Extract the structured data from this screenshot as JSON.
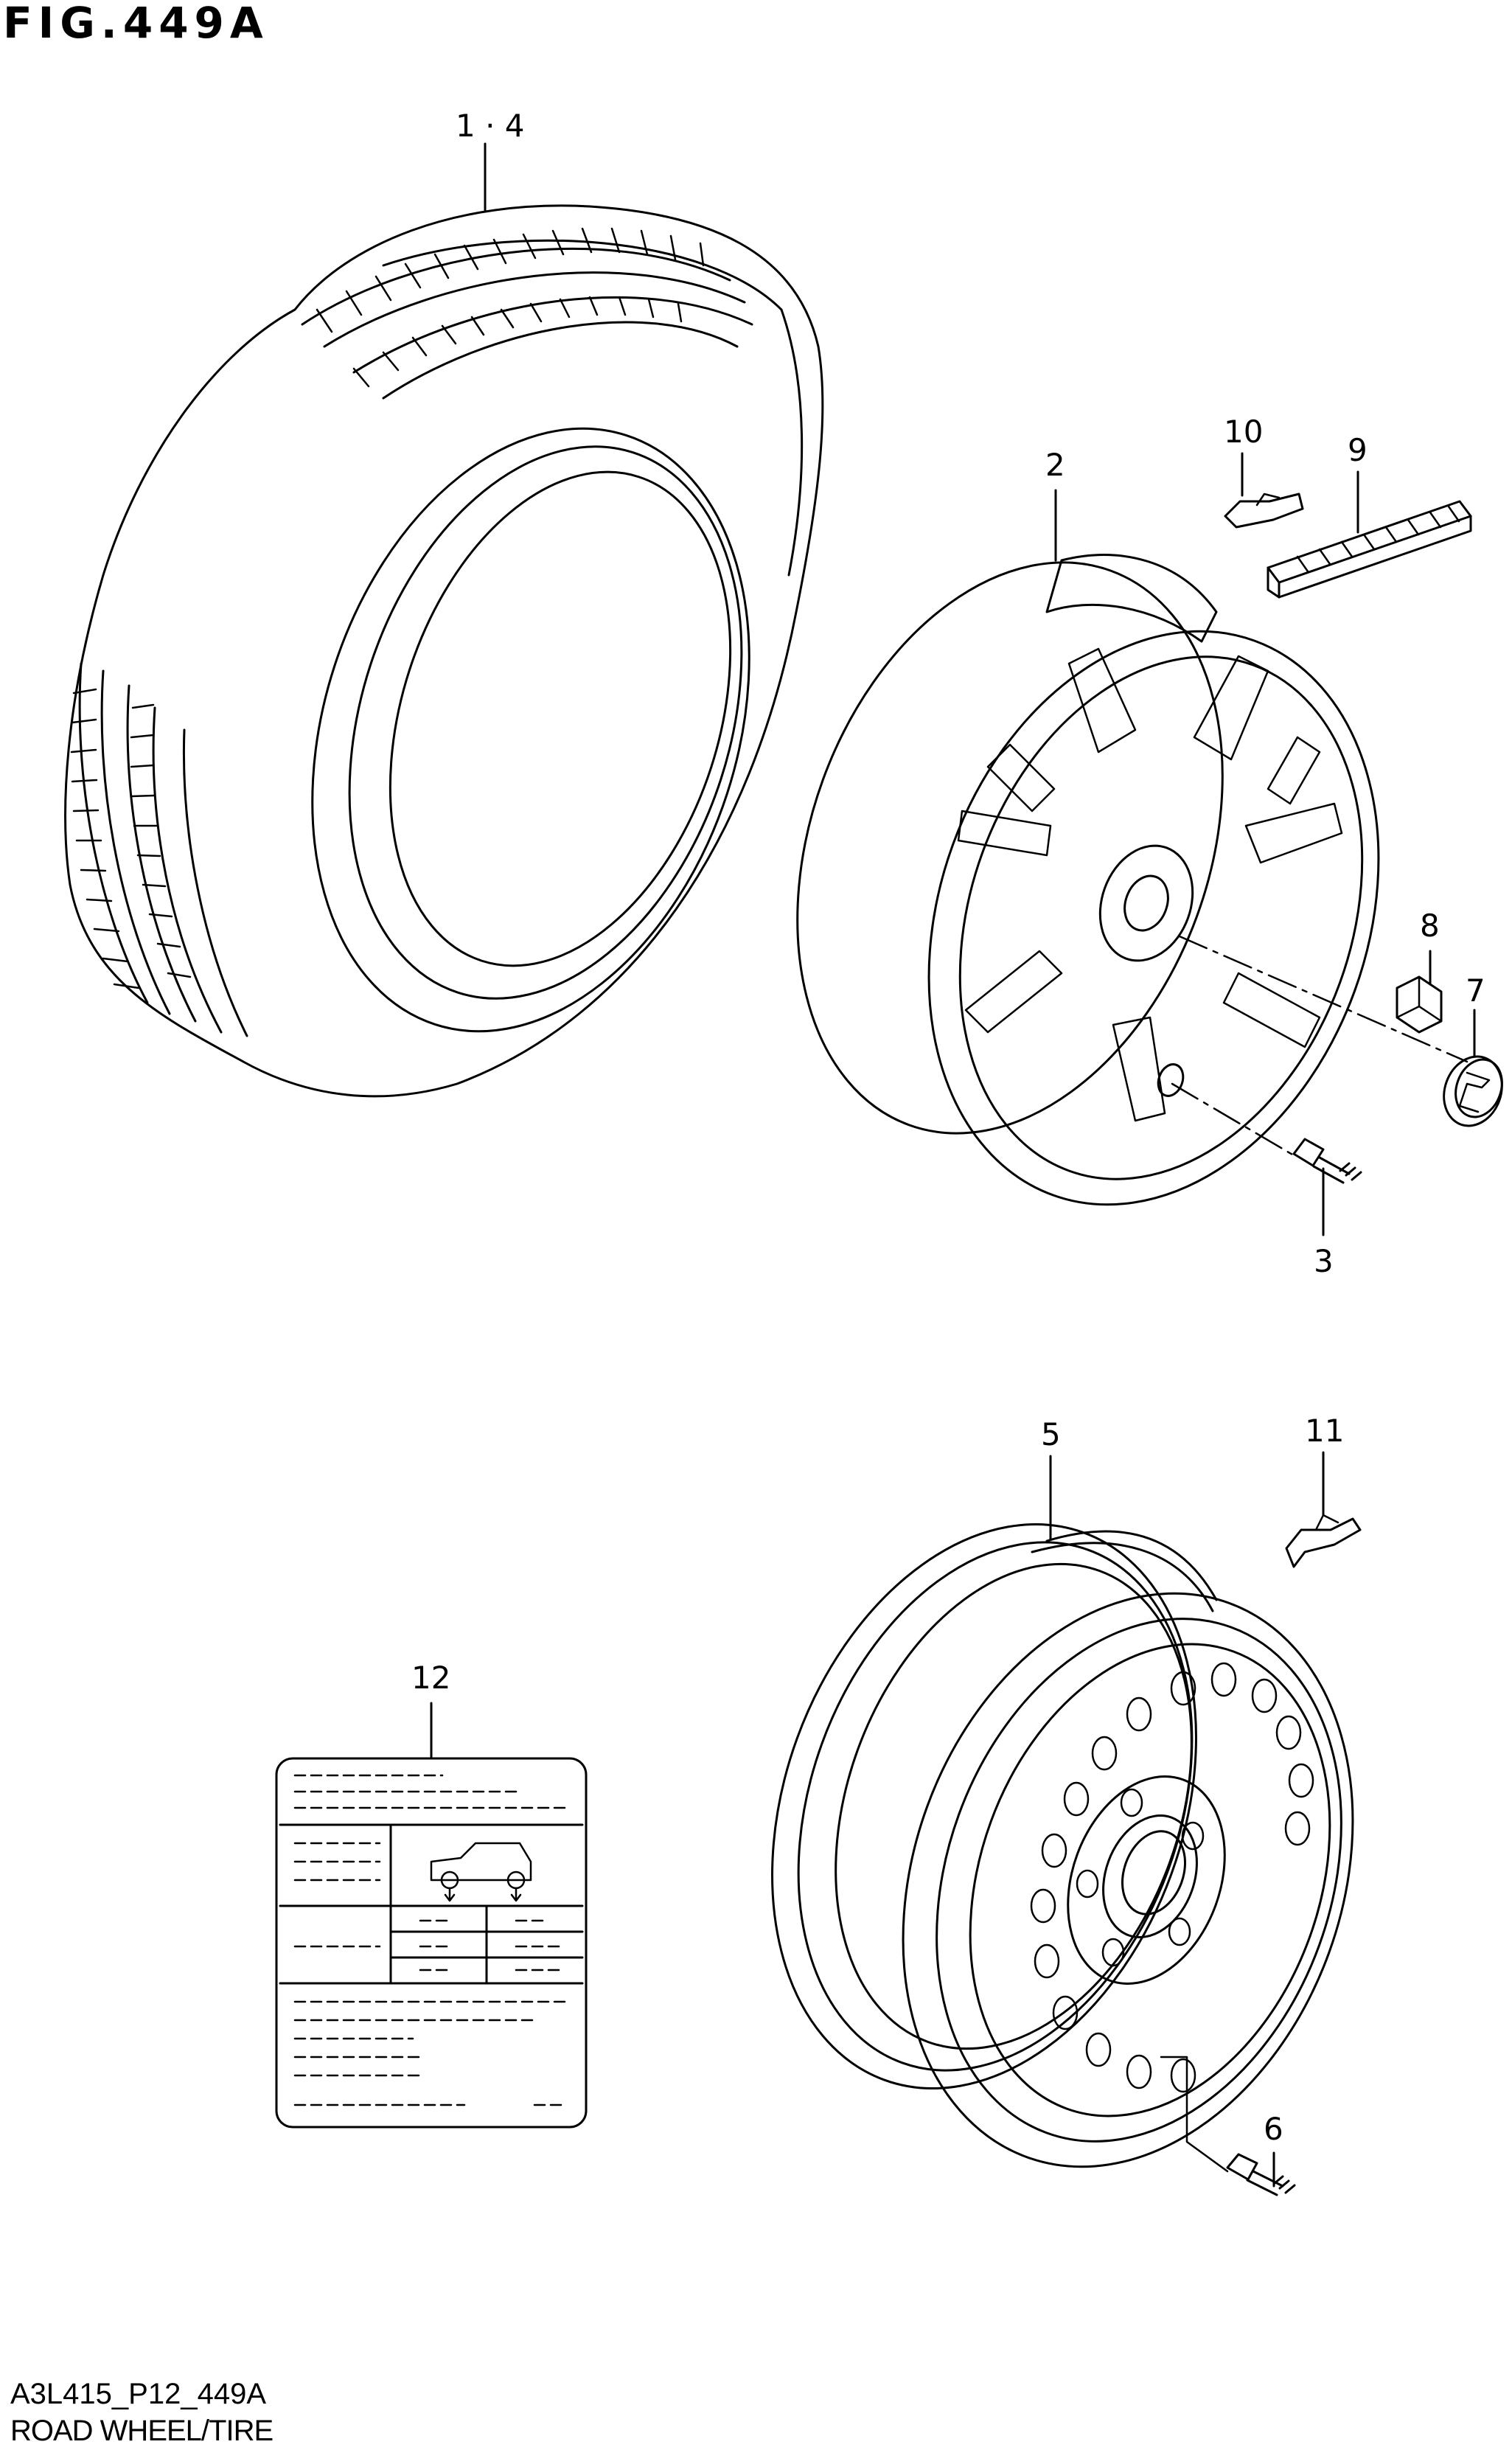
{
  "figure": {
    "title": "FIG.449A",
    "code": "A3L415_P12_449A",
    "name": "ROAD WHEEL/TIRE"
  },
  "callouts": {
    "tire": "1 · 4",
    "wheel": "2",
    "valve": "3",
    "spare_wheel": "5",
    "spare_valve": "6",
    "center_cap": "7",
    "nut": "8",
    "balance_weight_strip": "9",
    "balance_weight_clip": "10",
    "spare_weight_clip": "11",
    "label": "12"
  },
  "colors": {
    "line": "#000000",
    "background": "#ffffff"
  }
}
